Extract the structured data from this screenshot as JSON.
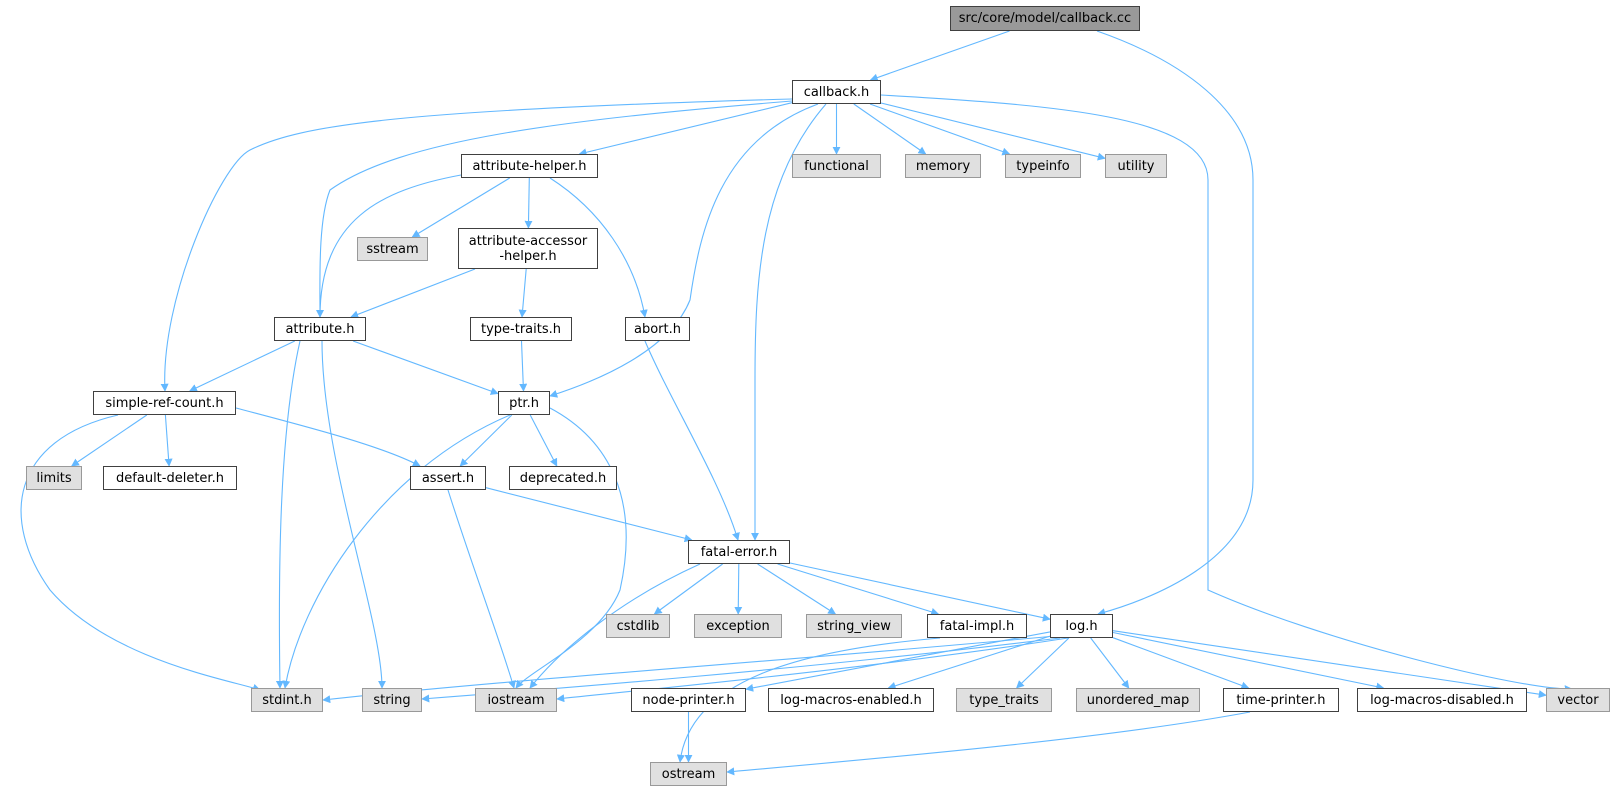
{
  "diagram": {
    "title": "src/core/model/callback.cc",
    "colors": {
      "edge": "#63b8ff",
      "root_fill": "#999999",
      "system_fill": "#e0e0e0",
      "node_fill": "#ffffff",
      "node_border": "#404040"
    },
    "nodes": [
      {
        "id": "callback_cc",
        "label": "src/core/model/callback.cc",
        "kind": "root"
      },
      {
        "id": "callback_h",
        "label": "callback.h",
        "kind": "local"
      },
      {
        "id": "attribute_helper_h",
        "label": "attribute-helper.h",
        "kind": "local"
      },
      {
        "id": "functional",
        "label": "functional",
        "kind": "system"
      },
      {
        "id": "memory",
        "label": "memory",
        "kind": "system"
      },
      {
        "id": "typeinfo",
        "label": "typeinfo",
        "kind": "system"
      },
      {
        "id": "utility",
        "label": "utility",
        "kind": "system"
      },
      {
        "id": "sstream",
        "label": "sstream",
        "kind": "system"
      },
      {
        "id": "attribute_accessor_helper_h",
        "label": "attribute-accessor\n-helper.h",
        "kind": "local"
      },
      {
        "id": "attribute_h",
        "label": "attribute.h",
        "kind": "local"
      },
      {
        "id": "type_traits_h",
        "label": "type-traits.h",
        "kind": "local"
      },
      {
        "id": "abort_h",
        "label": "abort.h",
        "kind": "local"
      },
      {
        "id": "simple_ref_count_h",
        "label": "simple-ref-count.h",
        "kind": "local"
      },
      {
        "id": "ptr_h",
        "label": "ptr.h",
        "kind": "local"
      },
      {
        "id": "limits",
        "label": "limits",
        "kind": "system"
      },
      {
        "id": "default_deleter_h",
        "label": "default-deleter.h",
        "kind": "local"
      },
      {
        "id": "assert_h",
        "label": "assert.h",
        "kind": "local"
      },
      {
        "id": "deprecated_h",
        "label": "deprecated.h",
        "kind": "local"
      },
      {
        "id": "fatal_error_h",
        "label": "fatal-error.h",
        "kind": "local"
      },
      {
        "id": "cstdlib",
        "label": "cstdlib",
        "kind": "system"
      },
      {
        "id": "exception",
        "label": "exception",
        "kind": "system"
      },
      {
        "id": "string_view",
        "label": "string_view",
        "kind": "system"
      },
      {
        "id": "fatal_impl_h",
        "label": "fatal-impl.h",
        "kind": "local"
      },
      {
        "id": "log_h",
        "label": "log.h",
        "kind": "local"
      },
      {
        "id": "stdint_h",
        "label": "stdint.h",
        "kind": "system"
      },
      {
        "id": "string",
        "label": "string",
        "kind": "system"
      },
      {
        "id": "iostream",
        "label": "iostream",
        "kind": "system"
      },
      {
        "id": "node_printer_h",
        "label": "node-printer.h",
        "kind": "local"
      },
      {
        "id": "log_macros_enabled_h",
        "label": "log-macros-enabled.h",
        "kind": "local"
      },
      {
        "id": "type_traits",
        "label": "type_traits",
        "kind": "system"
      },
      {
        "id": "unordered_map",
        "label": "unordered_map",
        "kind": "system"
      },
      {
        "id": "time_printer_h",
        "label": "time-printer.h",
        "kind": "local"
      },
      {
        "id": "log_macros_disabled_h",
        "label": "log-macros-disabled.h",
        "kind": "local"
      },
      {
        "id": "vector",
        "label": "vector",
        "kind": "system"
      },
      {
        "id": "ostream",
        "label": "ostream",
        "kind": "system"
      }
    ],
    "edges": [
      {
        "from": "callback_cc",
        "to": "callback_h"
      },
      {
        "from": "callback_cc",
        "to": "log_h"
      },
      {
        "from": "callback_h",
        "to": "attribute_helper_h"
      },
      {
        "from": "callback_h",
        "to": "functional"
      },
      {
        "from": "callback_h",
        "to": "memory"
      },
      {
        "from": "callback_h",
        "to": "typeinfo"
      },
      {
        "from": "callback_h",
        "to": "utility"
      },
      {
        "from": "callback_h",
        "to": "attribute_h"
      },
      {
        "from": "callback_h",
        "to": "simple_ref_count_h"
      },
      {
        "from": "callback_h",
        "to": "ptr_h"
      },
      {
        "from": "callback_h",
        "to": "fatal_error_h"
      },
      {
        "from": "callback_h",
        "to": "vector"
      },
      {
        "from": "attribute_helper_h",
        "to": "sstream"
      },
      {
        "from": "attribute_helper_h",
        "to": "attribute_accessor_helper_h"
      },
      {
        "from": "attribute_helper_h",
        "to": "abort_h"
      },
      {
        "from": "attribute_helper_h",
        "to": "attribute_h"
      },
      {
        "from": "attribute_accessor_helper_h",
        "to": "attribute_h"
      },
      {
        "from": "attribute_accessor_helper_h",
        "to": "type_traits_h"
      },
      {
        "from": "type_traits_h",
        "to": "ptr_h"
      },
      {
        "from": "abort_h",
        "to": "fatal_error_h"
      },
      {
        "from": "attribute_h",
        "to": "simple_ref_count_h"
      },
      {
        "from": "attribute_h",
        "to": "ptr_h"
      },
      {
        "from": "attribute_h",
        "to": "stdint_h"
      },
      {
        "from": "attribute_h",
        "to": "string"
      },
      {
        "from": "simple_ref_count_h",
        "to": "limits"
      },
      {
        "from": "simple_ref_count_h",
        "to": "default_deleter_h"
      },
      {
        "from": "simple_ref_count_h",
        "to": "assert_h"
      },
      {
        "from": "simple_ref_count_h",
        "to": "stdint_h"
      },
      {
        "from": "ptr_h",
        "to": "assert_h"
      },
      {
        "from": "ptr_h",
        "to": "deprecated_h"
      },
      {
        "from": "ptr_h",
        "to": "stdint_h"
      },
      {
        "from": "ptr_h",
        "to": "iostream"
      },
      {
        "from": "assert_h",
        "to": "fatal_error_h"
      },
      {
        "from": "assert_h",
        "to": "iostream"
      },
      {
        "from": "fatal_error_h",
        "to": "cstdlib"
      },
      {
        "from": "fatal_error_h",
        "to": "exception"
      },
      {
        "from": "fatal_error_h",
        "to": "string_view"
      },
      {
        "from": "fatal_error_h",
        "to": "fatal_impl_h"
      },
      {
        "from": "fatal_error_h",
        "to": "log_h"
      },
      {
        "from": "fatal_error_h",
        "to": "iostream"
      },
      {
        "from": "fatal_impl_h",
        "to": "ostream"
      },
      {
        "from": "log_h",
        "to": "stdint_h"
      },
      {
        "from": "log_h",
        "to": "string"
      },
      {
        "from": "log_h",
        "to": "iostream"
      },
      {
        "from": "log_h",
        "to": "node_printer_h"
      },
      {
        "from": "log_h",
        "to": "log_macros_enabled_h"
      },
      {
        "from": "log_h",
        "to": "type_traits"
      },
      {
        "from": "log_h",
        "to": "unordered_map"
      },
      {
        "from": "log_h",
        "to": "time_printer_h"
      },
      {
        "from": "log_h",
        "to": "log_macros_disabled_h"
      },
      {
        "from": "log_h",
        "to": "vector"
      },
      {
        "from": "node_printer_h",
        "to": "ostream"
      },
      {
        "from": "time_printer_h",
        "to": "ostream"
      }
    ]
  }
}
